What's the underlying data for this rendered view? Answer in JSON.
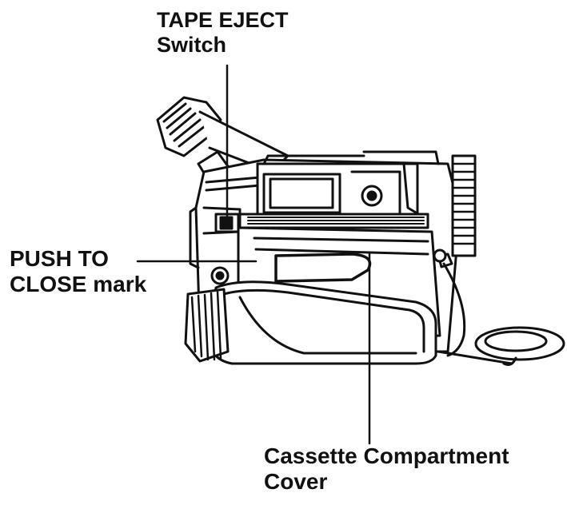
{
  "labels": {
    "tape_eject": {
      "line1": "TAPE EJECT",
      "line2": "Switch"
    },
    "push_to_close": {
      "line1": "PUSH TO",
      "line2": "CLOSE mark"
    },
    "cassette_cover": {
      "line1": "Cassette Compartment",
      "line2": "Cover"
    }
  },
  "colors": {
    "ink": "#111111",
    "paper": "#ffffff"
  }
}
